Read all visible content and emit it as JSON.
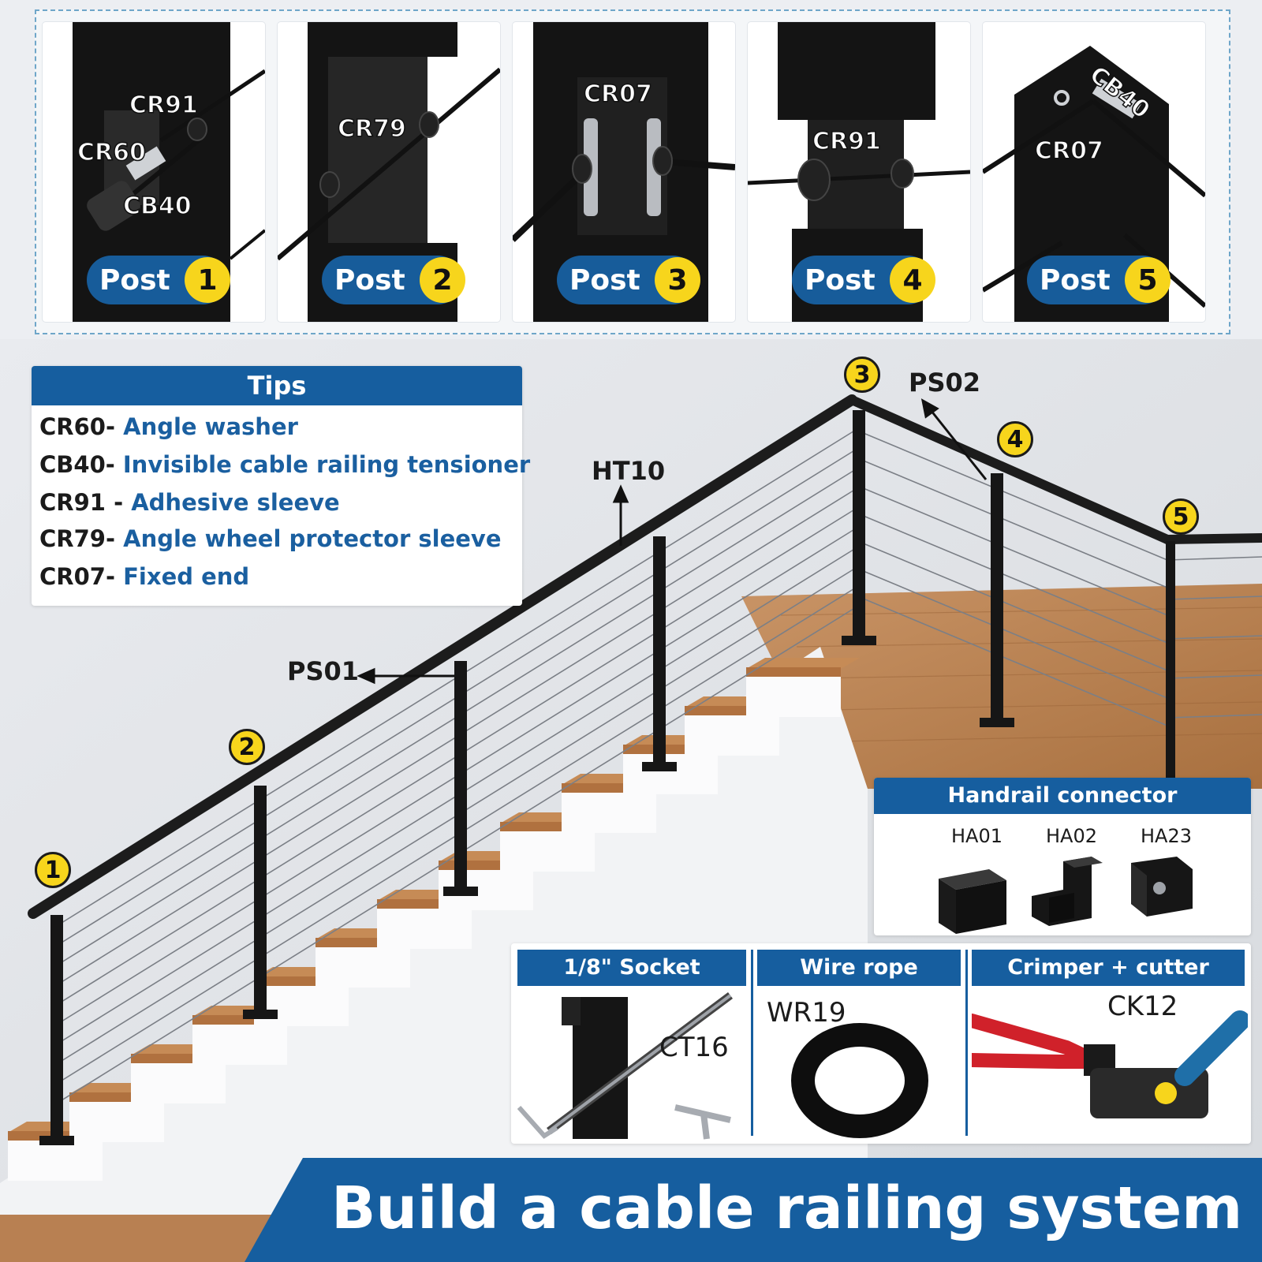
{
  "panels": [
    {
      "post_word": "Post",
      "number": "1",
      "labels": [
        "CR91",
        "CR60",
        "CB40"
      ]
    },
    {
      "post_word": "Post",
      "number": "2",
      "labels": [
        "CR79"
      ]
    },
    {
      "post_word": "Post",
      "number": "3",
      "labels": [
        "CR07"
      ]
    },
    {
      "post_word": "Post",
      "number": "4",
      "labels": [
        "CR91"
      ]
    },
    {
      "post_word": "Post",
      "number": "5",
      "labels": [
        "CB40",
        "CR07"
      ]
    }
  ],
  "tips": {
    "title": "Tips",
    "items": [
      {
        "code": "CR60-",
        "desc": "Angle washer"
      },
      {
        "code": "CB40-",
        "desc": "Invisible cable railing tensioner"
      },
      {
        "code": "CR91 -",
        "desc": "Adhesive sleeve"
      },
      {
        "code": "CR79-",
        "desc": "Angle wheel protector sleeve"
      },
      {
        "code": "CR07-",
        "desc": "Fixed end"
      }
    ]
  },
  "callouts": {
    "ht10": "HT10",
    "ps01": "PS01",
    "ps02": "PS02"
  },
  "badges": [
    "1",
    "2",
    "3",
    "4",
    "5"
  ],
  "handrail_connector": {
    "title": "Handrail connector",
    "codes": [
      "HA01",
      "HA02",
      "HA23"
    ]
  },
  "tools": [
    {
      "title": "1/8\" Socket wrench",
      "code": "CT16"
    },
    {
      "title": "Wire rope",
      "code": "WR19"
    },
    {
      "title": "Crimper + cutter",
      "code": "CK12"
    }
  ],
  "banner": {
    "text": "Build a cable railing system"
  },
  "colors": {
    "brand_blue": "#165e9f",
    "badge_yellow": "#f7d51c",
    "post_black": "#111111",
    "wood": "#c48a55"
  }
}
